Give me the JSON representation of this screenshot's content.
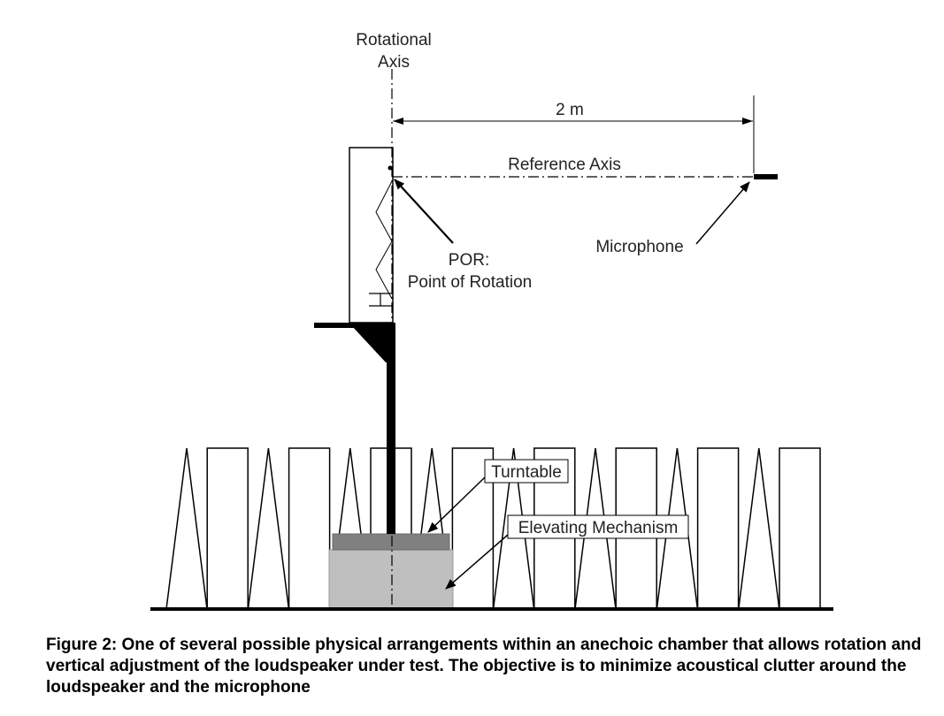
{
  "diagram": {
    "labels": {
      "rotational_axis_line1": "Rotational",
      "rotational_axis_line2": "Axis",
      "distance": "2 m",
      "reference_axis": "Reference Axis",
      "microphone": "Microphone",
      "por_line1": "POR:",
      "por_line2": "Point of Rotation",
      "turntable": "Turntable",
      "elevating_mechanism": "Elevating Mechanism"
    },
    "colors": {
      "line": "#000000",
      "turntable": "#808080",
      "elevating_mechanism": "#bfbfbf"
    }
  },
  "caption": {
    "text": "Figure 2:  One of several possible physical arrangements within an anechoic chamber that allows rotation and vertical adjustment of the loudspeaker under test. The objective is to minimize acoustical clutter around the loudspeaker and the microphone"
  }
}
